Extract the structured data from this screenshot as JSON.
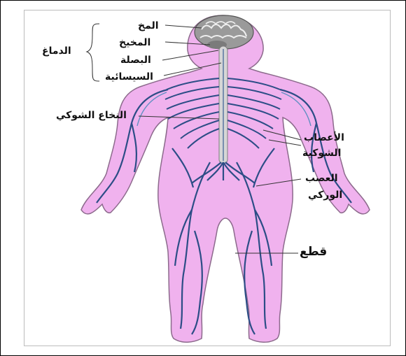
{
  "labels": {
    "brain_group": "الدماغ",
    "cerebrum": "المخ",
    "cerebellum": "المخيخ",
    "medulla": "البصلة",
    "spinal_bulb": "السيسائية",
    "spinal_cord": "النخاع الشوكي",
    "spinal_nerves_line1": "الأعصاب",
    "spinal_nerves_line2": "الشوكية",
    "sciatic_line1": "العصب",
    "sciatic_line2": "الوركي",
    "cut": "قطع"
  },
  "colors": {
    "skin": "#f0b2ee",
    "skin_outline": "#8c6a8c",
    "nerve": "#2c4d86",
    "nerve_light": "#5f8fc2",
    "spine": "#cfcfcf",
    "brain": "#8e8e8e"
  }
}
